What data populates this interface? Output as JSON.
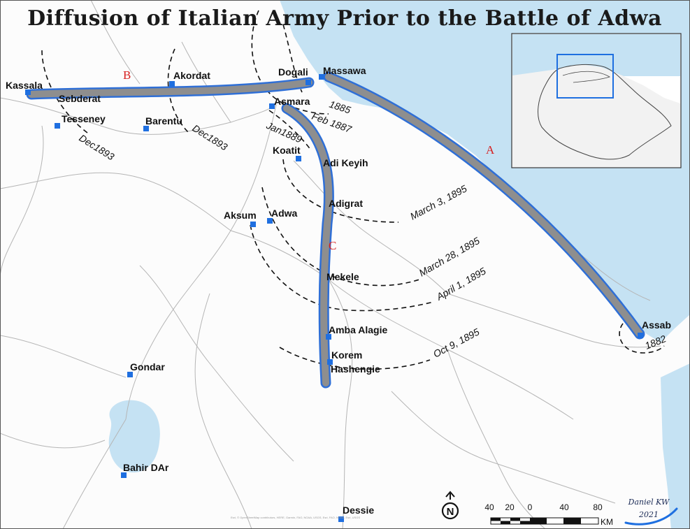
{
  "title": "Diffusion of Italian Army Prior to the Battle of Adwa",
  "colors": {
    "sea": "#c5e2f3",
    "land": "#fcfcfc",
    "road": "#b5b5b5",
    "route_fill": "#8e8e8e",
    "route_edge": "#2f6fd6",
    "city": "#1f6fe0",
    "route_label": "#d62020"
  },
  "cities": [
    {
      "name": "Kassala"
    },
    {
      "name": "Sebderat"
    },
    {
      "name": "Tesseney"
    },
    {
      "name": "Akordat"
    },
    {
      "name": "Barentu"
    },
    {
      "name": "Dogali"
    },
    {
      "name": "Massawa"
    },
    {
      "name": "Asmara"
    },
    {
      "name": "Koatit"
    },
    {
      "name": "Adi Keyih"
    },
    {
      "name": "Adigrat"
    },
    {
      "name": "Aksum"
    },
    {
      "name": "Adwa"
    },
    {
      "name": "Mekele"
    },
    {
      "name": "Amba Alagie"
    },
    {
      "name": "Korem"
    },
    {
      "name": "Hashengie"
    },
    {
      "name": "Gondar"
    },
    {
      "name": "Bahir DAr"
    },
    {
      "name": "Dessie"
    },
    {
      "name": "Assab"
    }
  ],
  "routes": [
    {
      "label": "A"
    },
    {
      "label": "B"
    },
    {
      "label": "C"
    }
  ],
  "frontier_dates": [
    "Dec1893",
    "Dec1893",
    "1885",
    "Feb 1887",
    "Jan1889",
    "March 3, 1895",
    "March 28, 1895",
    "April 1, 1895",
    "Oct 9, 1895",
    "1882"
  ],
  "scale_bar": {
    "ticks": [
      "40",
      "20",
      "0",
      "40",
      "80"
    ],
    "unit": "KM"
  },
  "north_arrow": {
    "letter": "N"
  },
  "signature": {
    "author": "Daniel KW",
    "year": "2021"
  },
  "credit": "Esri, © OpenStreetMap contributors, HERE, Garmin, FAO, NOAA, USGS, Esri, FAO, NOAA, Esri, USGS"
}
